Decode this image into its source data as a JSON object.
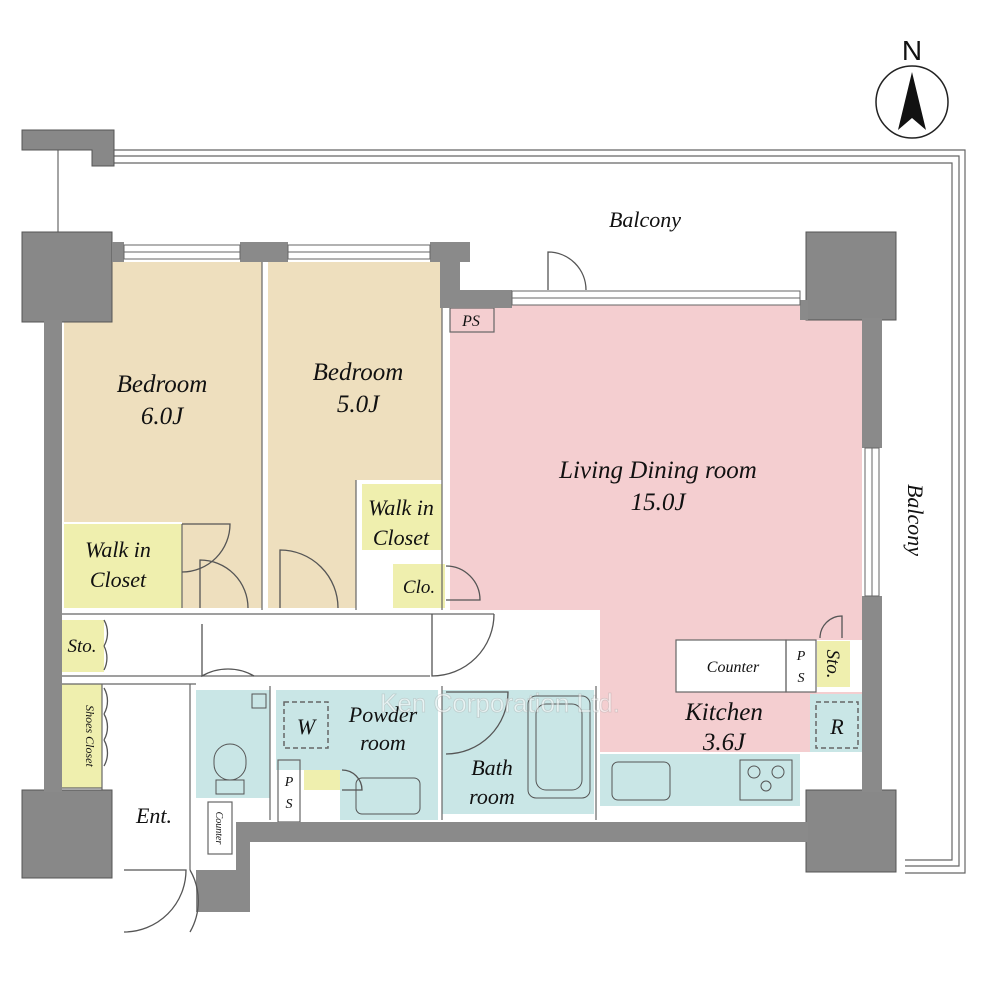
{
  "compass": {
    "north_label": "N"
  },
  "balconies": {
    "top": "Balcony",
    "right": "Balcony"
  },
  "rooms": {
    "bedroom_1": {
      "name": "Bedroom",
      "size": "6.0J"
    },
    "bedroom_2": {
      "name": "Bedroom",
      "size": "5.0J"
    },
    "living_dining": {
      "name": "Living Dining room",
      "size": "15.0J"
    },
    "kitchen": {
      "name": "Kitchen",
      "size": "3.6J"
    },
    "walk_in_closet_1": {
      "line1": "Walk in",
      "line2": "Closet"
    },
    "walk_in_closet_2": {
      "line1": "Walk in",
      "line2": "Closet"
    },
    "closet": "Clo.",
    "storage_hall": "Sto.",
    "storage_kitchen": "Sto.",
    "shoes_closet": "Shoes Closet",
    "entrance": "Ent.",
    "powder_room": {
      "line1": "Powder",
      "line2": "room"
    },
    "bath_room": {
      "line1": "Bath",
      "line2": "room"
    },
    "washer": "W",
    "refrigerator": "R",
    "counter_kitchen": "Counter",
    "counter_entrance": "Counter",
    "ps_top": "PS",
    "ps_kitchen_1": "P",
    "ps_kitchen_2": "S",
    "ps_powder_1": "P",
    "ps_powder_2": "S"
  },
  "watermark": "Ken Corporation Ltd.",
  "colors": {
    "bedroom": "#EEDFBE",
    "living": "#F4CED0",
    "closet": "#EFEFAE",
    "wet_area": "#C9E6E6",
    "wall": "#888888"
  }
}
